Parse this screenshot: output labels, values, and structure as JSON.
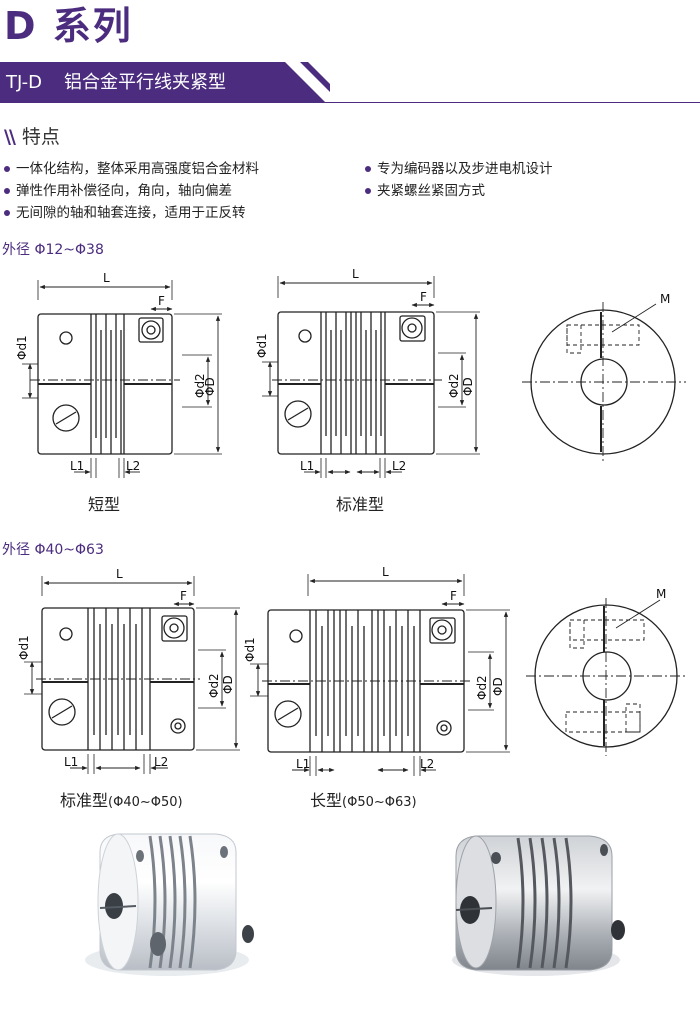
{
  "colors": {
    "purple": "#4b2c7e",
    "line": "#222222"
  },
  "header": {
    "series_title": "D 系列",
    "model_code": "TJ-D",
    "model_name": "铝合金平行线夹紧型"
  },
  "features": {
    "heading": "特点",
    "left": [
      "一体化结构，整体采用高强度铝合金材料",
      "弹性作用补偿径向，角向，轴向偏差",
      "无间隙的轴和轴套连接，适用于正反转"
    ],
    "right": [
      "专为编码器以及步进电机设计",
      "夹紧螺丝紧固方式"
    ]
  },
  "section1": {
    "range_label": "外径 Φ12~Φ38",
    "short_caption": "短型",
    "standard_caption": "标准型"
  },
  "section2": {
    "range_label": "外径 Φ40~Φ63",
    "standard_caption": "标准型",
    "standard_range": "(Φ40~Φ50)",
    "long_caption": "长型",
    "long_range": "(Φ50~Φ63)"
  },
  "dims": {
    "L": "L",
    "F": "F",
    "d1": "Φd1",
    "d2": "Φd2",
    "D": "ΦD",
    "L1": "L1",
    "L2": "L2",
    "M": "M"
  },
  "icons": {
    "slashes": "section-slashes-icon"
  }
}
